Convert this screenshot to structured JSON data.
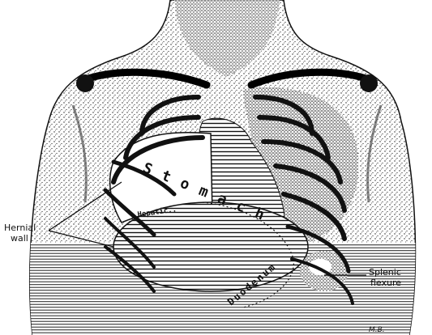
{
  "labels": {
    "hernial_wall_line1": "Hernial",
    "hernial_wall_line2": "wall",
    "splenic_line1": "Splenic",
    "splenic_line2": "flexure",
    "stomach": "Stomach",
    "duodenum": "Duodenum",
    "hepatic": "Hepatic..",
    "signature": "M.B."
  },
  "colors": {
    "ink": "#111111",
    "paper": "#ffffff",
    "shade": "#555555"
  }
}
